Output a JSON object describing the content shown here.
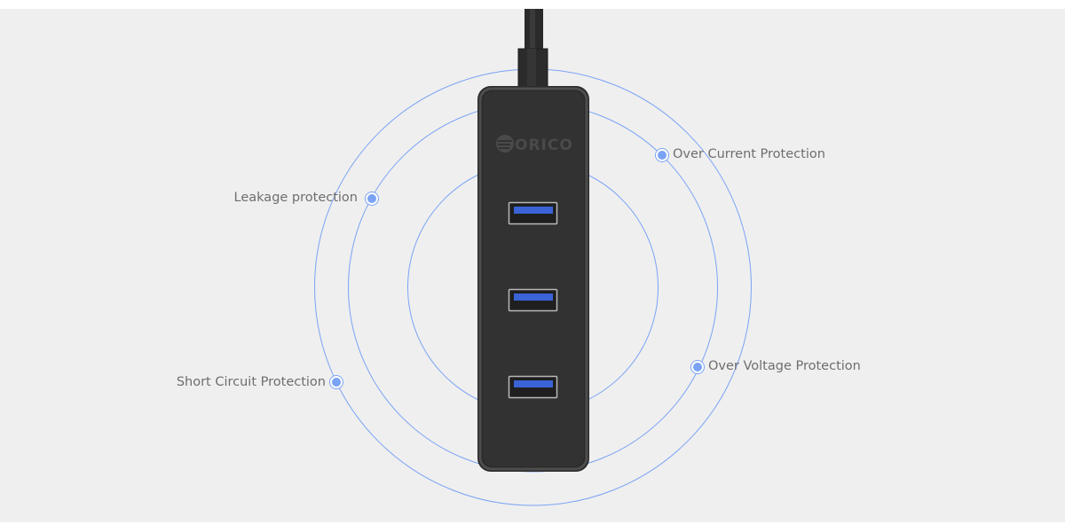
{
  "brand": "ORICO",
  "features": [
    {
      "label": "Leakage protection"
    },
    {
      "label": "Over Current Protection"
    },
    {
      "label": "Short Circuit Protection"
    },
    {
      "label": "Over Voltage Protection"
    }
  ],
  "colors": {
    "ring": "#7aa3f5",
    "hub": "#2e2e2e",
    "port_blue": "#3a63d6",
    "background": "#efefef"
  }
}
